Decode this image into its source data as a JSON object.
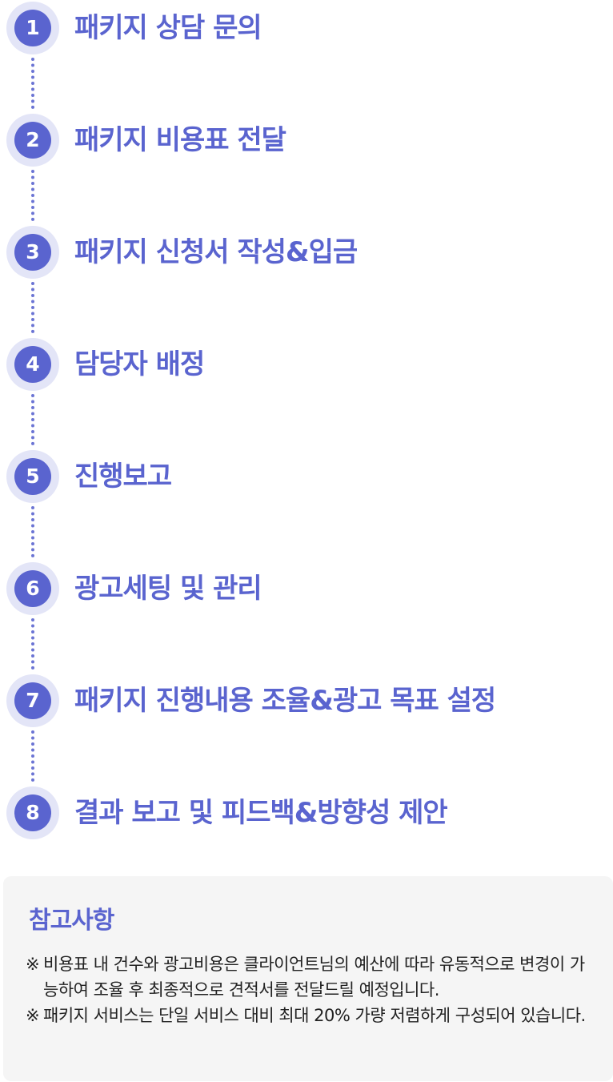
{
  "steps": [
    {
      "number": "1",
      "label": "패키지 상담 문의"
    },
    {
      "number": "2",
      "label": "패키지 비용표 전달"
    },
    {
      "number": "3",
      "label": "패키지 신청서 작성&입금"
    },
    {
      "number": "4",
      "label": "담당자 배정"
    },
    {
      "number": "5",
      "label": "진행보고"
    },
    {
      "number": "6",
      "label": "광고세팅 및 관리"
    },
    {
      "number": "7",
      "label": "패키지 진행내용 조율&광고 목표 설정"
    },
    {
      "number": "8",
      "label": "결과 보고 및 피드백&방향성 제안"
    }
  ],
  "notes": {
    "title": "참고사항",
    "mark": "※",
    "items": [
      "비용표 내 건수와 광고비용은 클라이언트님의 예산에 따라 유동적으로 변경이 가능하여 조율 후 최종적으로 견적서를 전달드릴 예정입니다.",
      "패키지 서비스는 단일 서비스 대비 최대 20% 가량 저렴하게 구성되어 있습니다."
    ]
  },
  "colors": {
    "accent": "#5a64cf",
    "badge_ring": "#e3e5f7",
    "notes_bg": "#f5f5f5"
  }
}
